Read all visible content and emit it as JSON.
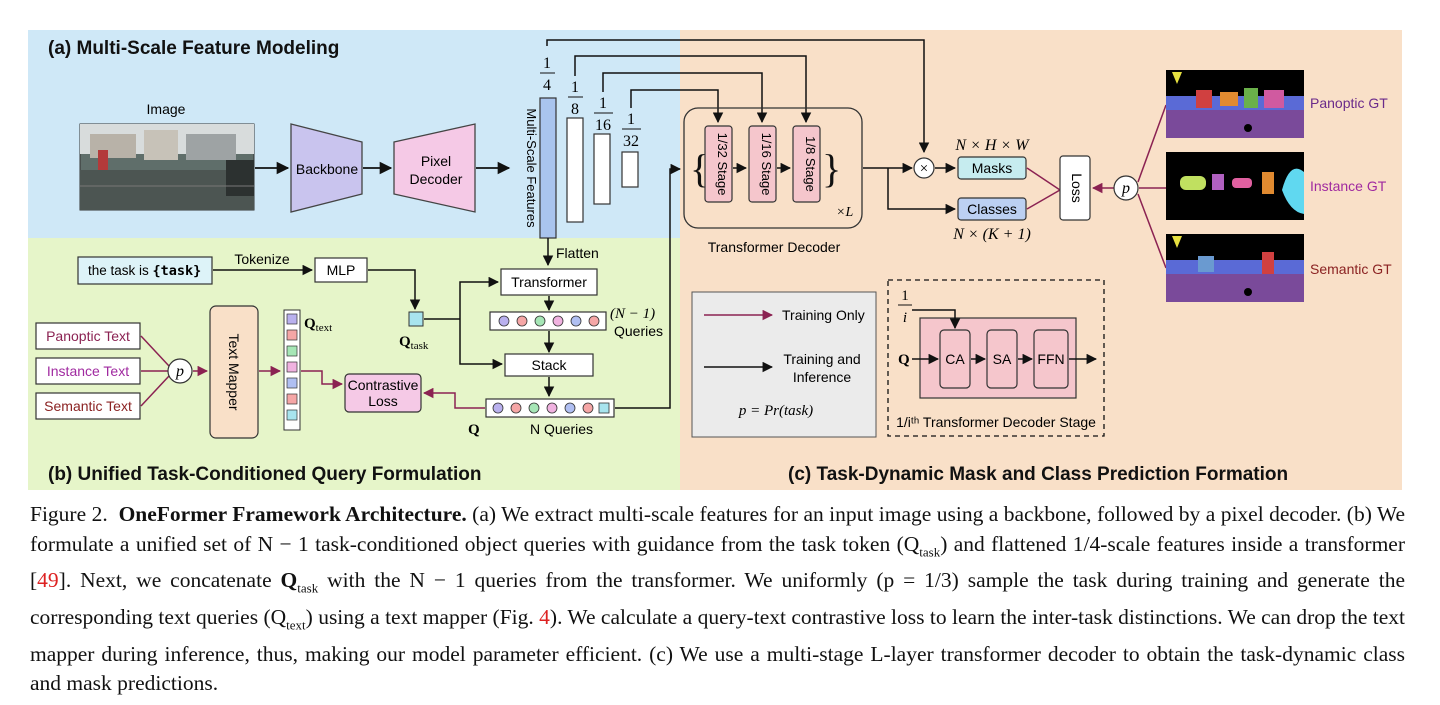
{
  "sections": {
    "a_title": "(a) Multi-Scale Feature Modeling",
    "b_title": "(b) Unified Task-Conditioned Query Formulation",
    "c_title": "(c) Task-Dynamic Mask and Class Prediction Formation"
  },
  "part_a": {
    "image_label": "Image",
    "backbone": "Backbone",
    "pixel_decoder_1": "Pixel",
    "pixel_decoder_2": "Decoder",
    "multiscale_label": "Multi-Scale Features",
    "scales": [
      "1",
      "4",
      "1",
      "8",
      "1",
      "16",
      "1",
      "32"
    ],
    "flatten": "Flatten"
  },
  "part_b": {
    "task_prompt_prefix": "the task is ",
    "task_token": "{task}",
    "tokenize": "Tokenize",
    "mlp": "MLP",
    "q_task_main": "Q",
    "q_task_sub": "task",
    "q_text_main": "Q",
    "q_text_sub": "text",
    "transformer": "Transformer",
    "n_minus_1": "(N − 1)",
    "queries": "Queries",
    "stack": "Stack",
    "q_label": "Q",
    "n_queries": "N Queries",
    "panoptic_text": "Panoptic Text",
    "instance_text": "Instance Text",
    "semantic_text": "Semantic Text",
    "p": "p",
    "text_mapper": "Text Mapper",
    "contrastive_1": "Contrastive",
    "contrastive_2": "Loss"
  },
  "part_c": {
    "stage_32": "1/32 Stage",
    "stage_16": "1/16 Stage",
    "stage_8": "1/8 Stage",
    "times_l": "×L",
    "transformer_decoder": "Transformer Decoder",
    "nhw": "N × H × W",
    "masks": "Masks",
    "classes": "Classes",
    "nk1": "N × (K + 1)",
    "loss": "Loss",
    "p": "p",
    "otimes": "×",
    "panoptic_gt": "Panoptic GT",
    "instance_gt": "Instance GT",
    "semantic_gt": "Semantic GT",
    "legend_training_only": "Training Only",
    "legend_train_inf_1": "Training and",
    "legend_train_inf_2": "Inference",
    "legend_p": "p = Pr(task)",
    "stage_frac_num": "1",
    "stage_frac_den": "i",
    "q_in": "Q",
    "ca": "CA",
    "sa": "SA",
    "ffn": "FFN",
    "stage_caption": "1/iᵗʰ Transformer Decoder Stage"
  },
  "caption": {
    "figure_no": "Figure 2.",
    "title": "OneFormer Framework Architecture.",
    "p1": " (a) We extract multi-scale features for an input image using a backbone, followed by a pixel decoder. (b) We formulate a unified set of N − 1 task-conditioned object queries with guidance from the task token (Q",
    "sub_task1": "task",
    "p2": ") and flattened 1/4-scale features inside a transformer [",
    "ref49": "49",
    "p3": "]. Next, we concatenate ",
    "q_bold": "Q",
    "sub_task2": "task",
    "p4": " with the N − 1 queries from the transformer. We uniformly (p = 1/3) sample the task during training and generate the corresponding text queries (Q",
    "sub_text": "text",
    "p5": ") using a text mapper (Fig. ",
    "ref4": "4",
    "p6": "). We calculate a query-text contrastive loss to learn the inter-task distinctions. We can drop the text mapper during inference, thus, making our model parameter efficient. (c) We use a multi-stage L-layer transformer decoder to obtain the task-dynamic class and mask predictions."
  },
  "colors": {
    "bg_a": "#cfe8f7",
    "bg_b": "#e6f5c9",
    "bg_c": "#f9e0c8",
    "backbone": "#c9c4ee",
    "pixel_decoder": "#f5c9e6",
    "feature_blue": "#a9c4ee",
    "stage_pink": "#f5c6cc",
    "mask_cyan": "#c6ecef",
    "class_blue": "#bcd0f2",
    "arrow_train": "#8b2252",
    "ref_red": "#dd2222"
  }
}
